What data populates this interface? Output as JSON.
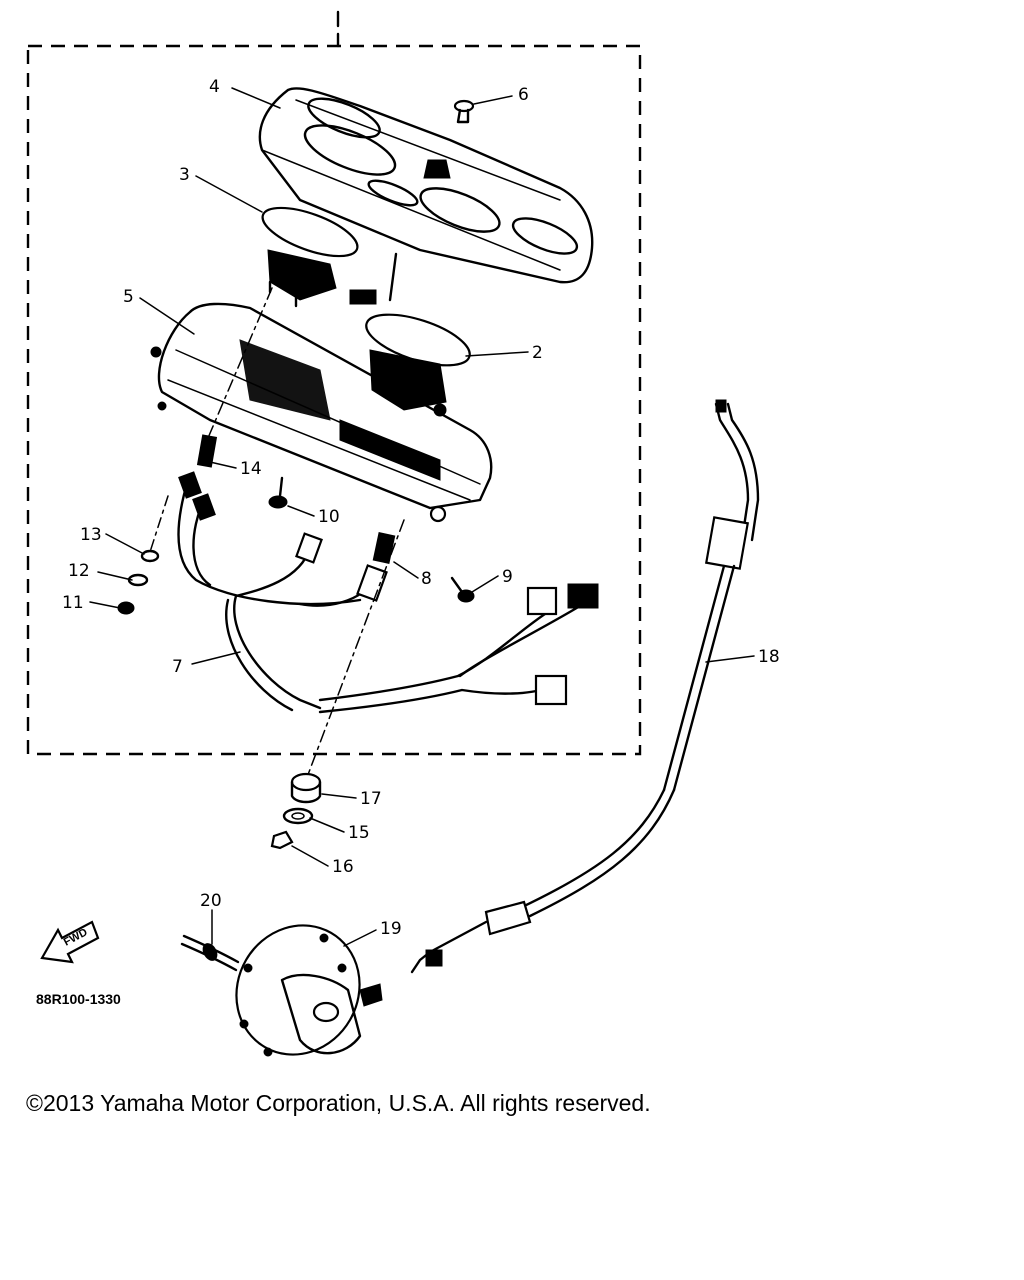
{
  "diagram": {
    "drawing_code": "88R100-1330",
    "front_arrow_label": "FWD",
    "copyright": "©2013 Yamaha Motor Corporation, U.S.A. All rights reserved.",
    "callouts": [
      {
        "id": "c1",
        "text": "4"
      },
      {
        "id": "c2",
        "text": "6"
      },
      {
        "id": "c3",
        "text": "3"
      },
      {
        "id": "c4",
        "text": "5"
      },
      {
        "id": "c5",
        "text": "2"
      },
      {
        "id": "c6",
        "text": "14"
      },
      {
        "id": "c7",
        "text": "10"
      },
      {
        "id": "c8",
        "text": "13"
      },
      {
        "id": "c9",
        "text": "12"
      },
      {
        "id": "c10",
        "text": "11"
      },
      {
        "id": "c11",
        "text": "8"
      },
      {
        "id": "c12",
        "text": "9"
      },
      {
        "id": "c13",
        "text": "7"
      },
      {
        "id": "c14",
        "text": "18"
      },
      {
        "id": "c15",
        "text": "17"
      },
      {
        "id": "c16",
        "text": "15"
      },
      {
        "id": "c17",
        "text": "16"
      },
      {
        "id": "c18",
        "text": "20"
      },
      {
        "id": "c19",
        "text": "19"
      }
    ]
  }
}
